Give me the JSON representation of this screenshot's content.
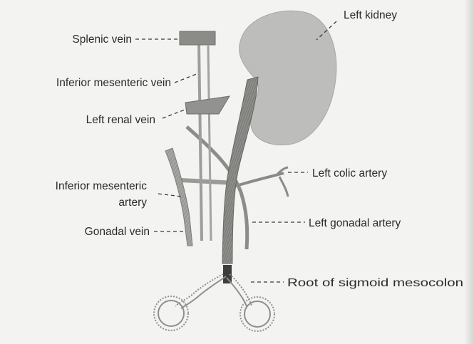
{
  "labels": {
    "splenic_vein": "Splenic vein",
    "inferior_mesenteric_vein": "Inferior mesenteric vein",
    "left_renal_vein": "Left renal vein",
    "inferior_mesenteric_artery_line1": "Inferior mesenteric",
    "inferior_mesenteric_artery_line2": "artery",
    "gonadal_vein": "Gonadal vein",
    "left_kidney": "Left kidney",
    "left_colic_artery": "Left colic artery",
    "left_gonadal_artery": "Left gonadal artery",
    "root_of_sigmoid_mesocolon": "Root of sigmoid mesocolon"
  },
  "colors": {
    "kidney": "#bdbdbb",
    "vessel_fill": "#a9a9a6",
    "vessel_dark": "#6e6e6b",
    "ureter_dark": "#777774",
    "label_text": "#2b2b2b",
    "background": "#f3f3f1"
  }
}
